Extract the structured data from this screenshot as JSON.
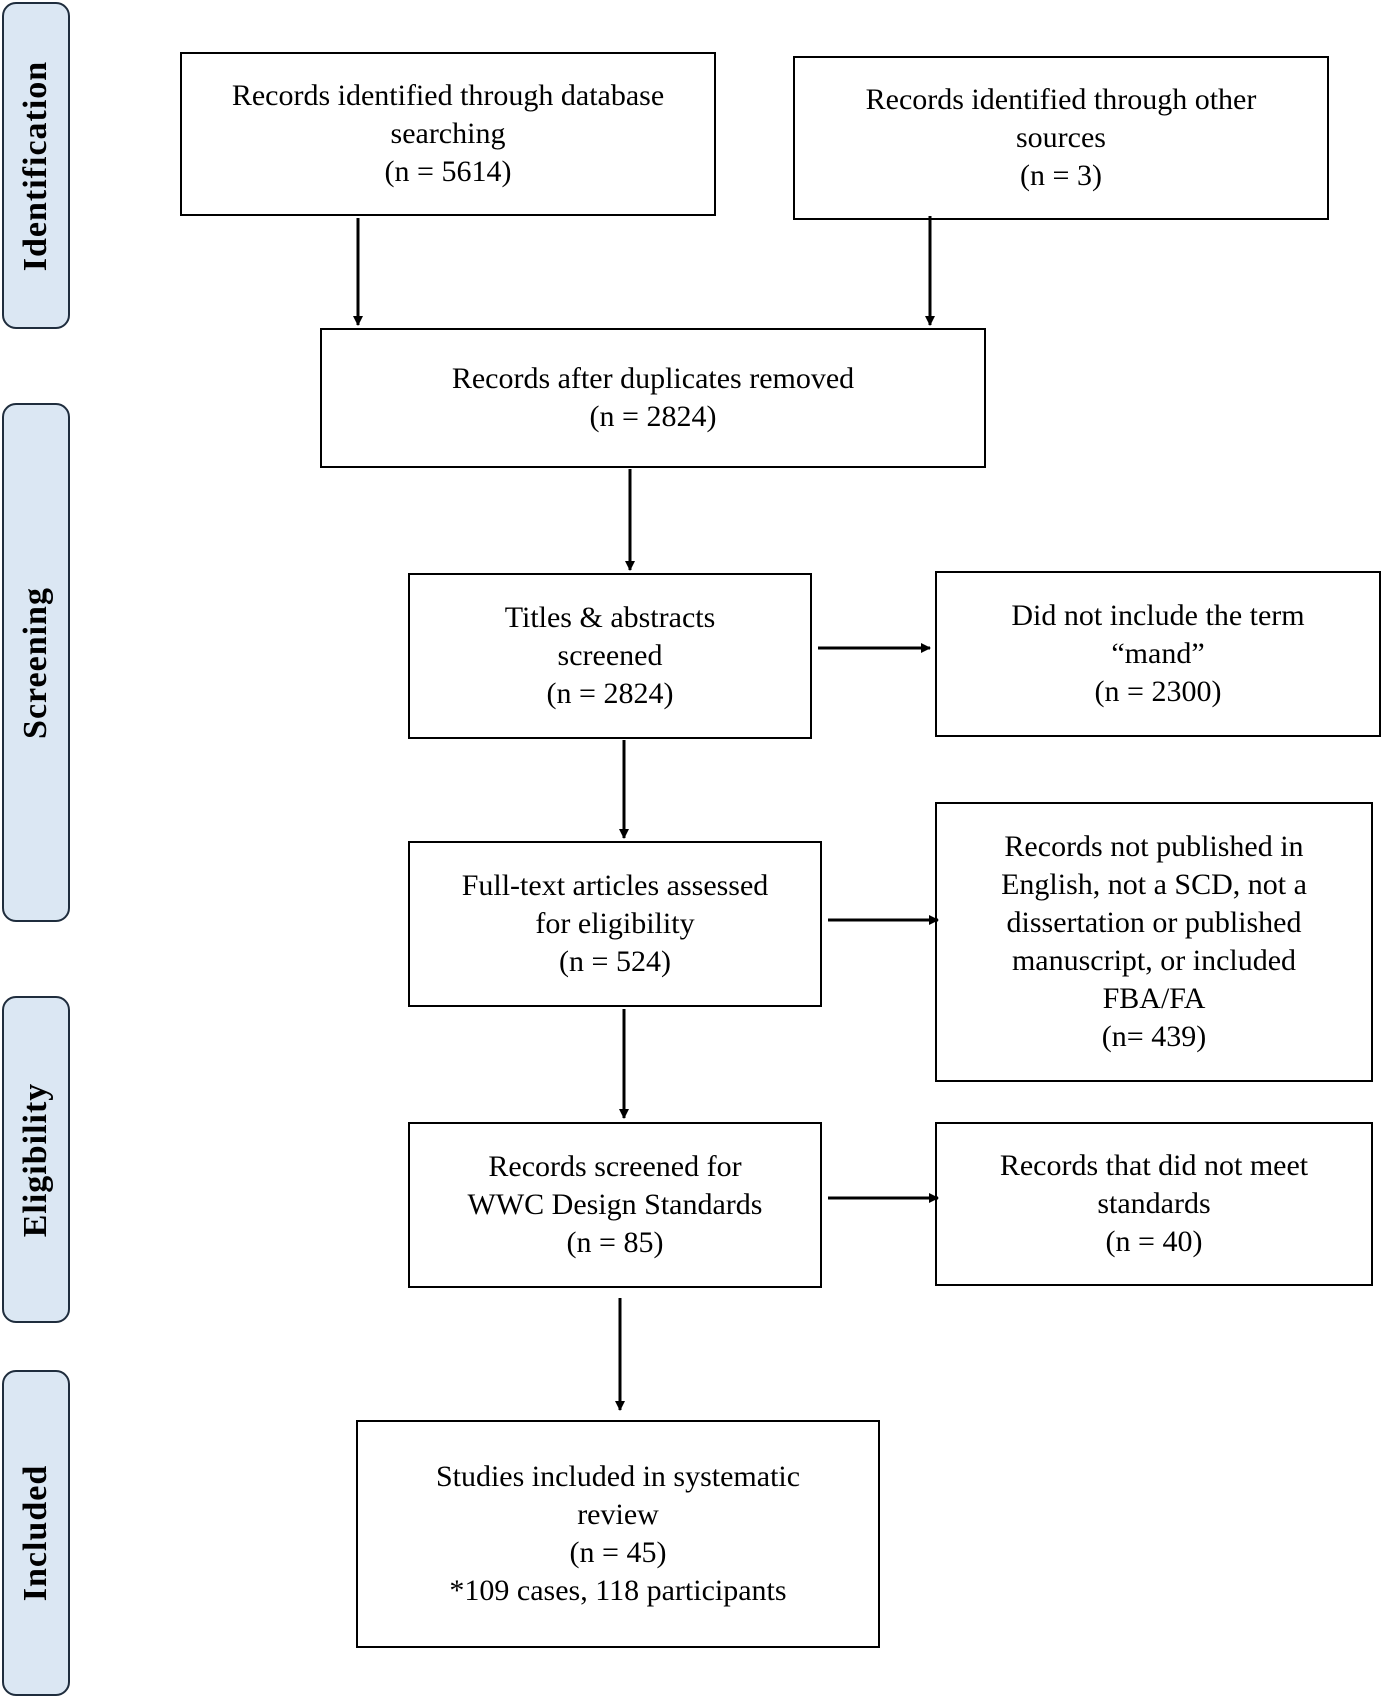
{
  "phases": {
    "identification": "Identification",
    "screening": "Screening",
    "eligibility": "Eligibility",
    "included": "Included"
  },
  "boxes": {
    "database": {
      "line1": "Records identified through database",
      "line2": "searching",
      "count": "(n = 5614)"
    },
    "other": {
      "line1": "Records identified through other",
      "line2": "sources",
      "count": "(n = 3)"
    },
    "dedup": {
      "line1": "Records after duplicates removed",
      "count": "(n = 2824)"
    },
    "titles": {
      "line1": "Titles & abstracts",
      "line2": "screened",
      "count": "(n = 2824)"
    },
    "excluded_term": {
      "line1": "Did not include the term",
      "line2": "“mand”",
      "count": "(n = 2300)"
    },
    "fulltext": {
      "line1": "Full-text articles assessed",
      "line2": "for eligibility",
      "count": "(n = 524)"
    },
    "excluded_fulltext": {
      "line1": "Records not published in",
      "line2": "English, not a SCD, not a",
      "line3": "dissertation or published",
      "line4": "manuscript, or included",
      "line5": "FBA/FA",
      "count": "(n= 439)"
    },
    "wwc": {
      "line1": "Records screened for",
      "line2": "WWC Design Standards",
      "count": "(n = 85)"
    },
    "excluded_wwc": {
      "line1": "Records that did not meet",
      "line2": "standards",
      "count": "(n = 40)"
    },
    "included": {
      "line1": "Studies included in systematic",
      "line2": "review",
      "count": "(n = 45)",
      "note": "*109 cases, 118 participants"
    }
  },
  "colors": {
    "phase_fill": "#dbe7f3",
    "phase_border": "#1f2d3d",
    "box_border": "#000000"
  }
}
